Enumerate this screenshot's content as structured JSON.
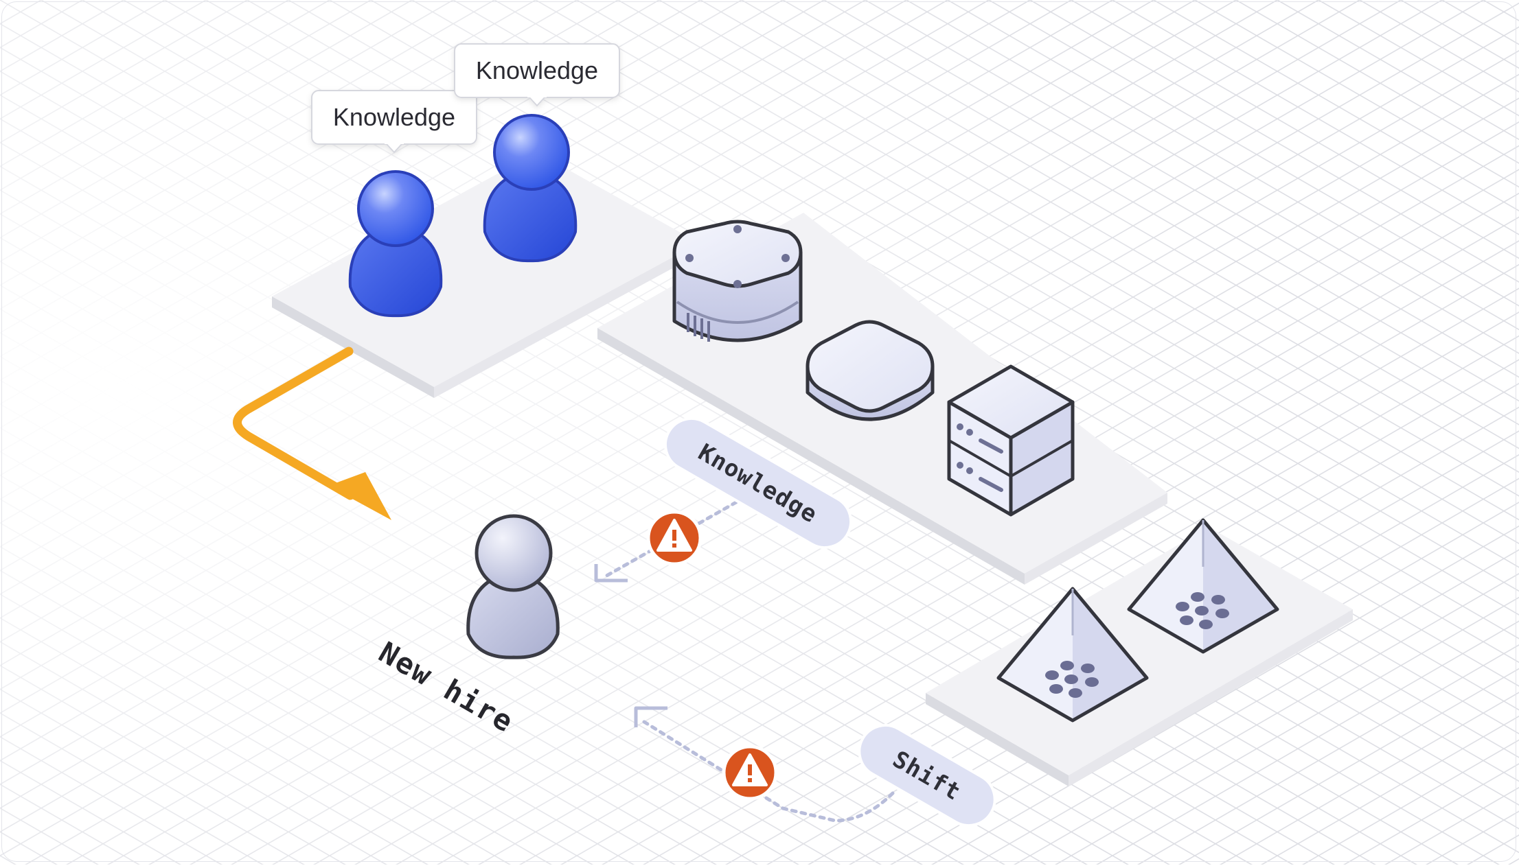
{
  "expert_bubbles": [
    {
      "label": "Knowledge"
    },
    {
      "label": "Knowledge"
    }
  ],
  "flow_tags": {
    "knowledge": "Knowledge",
    "shift": "Shift"
  },
  "new_hire_label": "New hire",
  "colors": {
    "expert_blue": "#2f56e6",
    "new_hire": "#b7bbd8",
    "arrow": "#f5a823",
    "warning": "#d9541e",
    "platform": "#f1f1f4",
    "tag_fill": "#dfe2f4"
  },
  "icons": [
    "person-icon",
    "storage-box-icon",
    "server-rack-icon",
    "pyramid-icon",
    "warning-icon"
  ]
}
